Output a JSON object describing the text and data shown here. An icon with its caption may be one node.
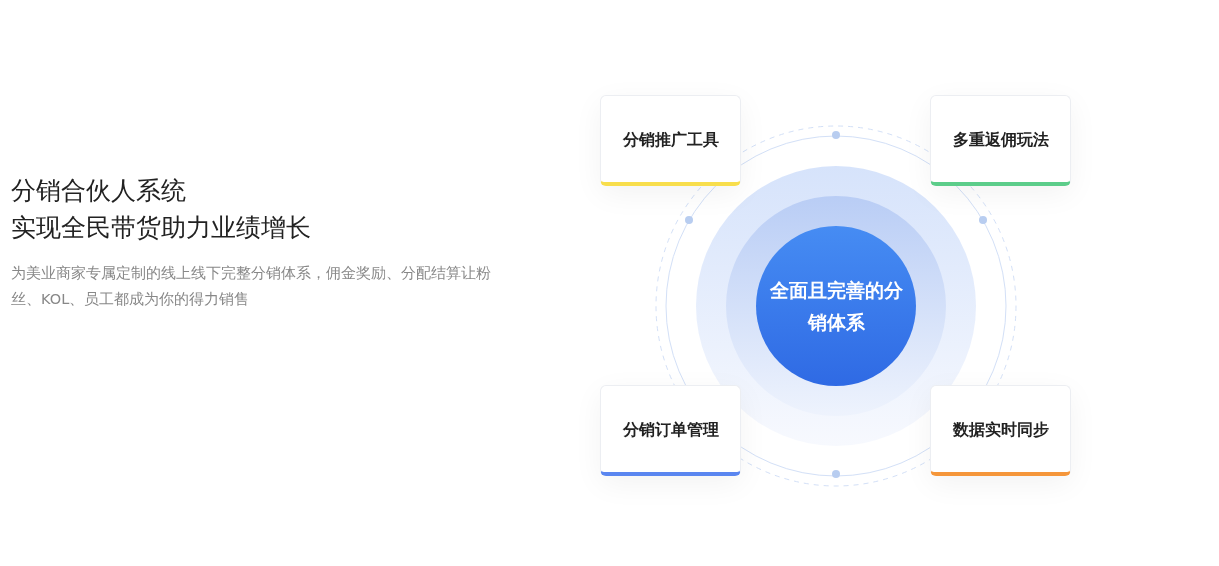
{
  "diagram": {
    "title": "分销合伙人系统",
    "nodes": [
      {
        "text": [
          "全面且完善的分销体系"
        ]
      },
      {
        "text": [
          "分销推广工具"
        ]
      },
      {
        "text": [
          "多重返佣玩法"
        ]
      },
      {
        "text": [
          "分销订单管理"
        ]
      },
      {
        "text": [
          "数据实时同步"
        ]
      }
    ],
    "labels": [
      "实现全民带货助力业绩增长",
      "为美业商家专属定制的线上线下完整分销体系，佣金奖励、分配结算让粉丝、KOL、员工都成为你的得力销售"
    ]
  }
}
